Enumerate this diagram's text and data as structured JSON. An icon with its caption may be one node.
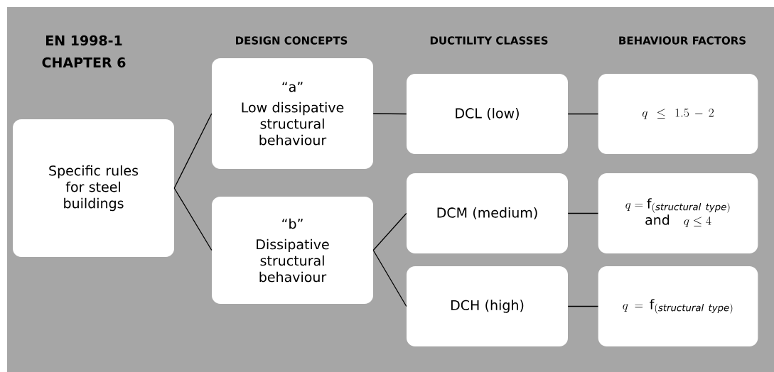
{
  "diagram": {
    "nodes": [
      {
        "text": [
          "Specific rules for steel buildings"
        ]
      },
      {
        "text": [
          "“a”",
          "Low dissipative structural behaviour"
        ]
      },
      {
        "text": [
          "“b”",
          "Dissipative structural behaviour"
        ]
      },
      {
        "text": [
          "DCL (low)"
        ]
      },
      {
        "text": [
          "DCM (medium)"
        ]
      },
      {
        "text": [
          "DCH (high)"
        ]
      },
      {
        "text": [
          "q \\leq 1.5 - 2"
        ]
      },
      {
        "text": [
          "\\begin{array}{c} q =\\mathrm{f}_{\\mathit{(structural\\ type)}} \\\\ \\mathrm{and}\\quad q \\leq 4 \\end{array}"
        ]
      },
      {
        "text": [
          "q =\\mathrm{f}_{\\mathit{(structural\\ type)}}"
        ]
      }
    ],
    "edges": [
      {
        "from": 0,
        "to": 1,
        "arrow": "none"
      },
      {
        "from": 0,
        "to": 2,
        "arrow": "none"
      },
      {
        "from": 1,
        "to": 3,
        "arrow": "none"
      },
      {
        "from": 2,
        "to": 4,
        "arrow": "none"
      },
      {
        "from": 2,
        "to": 5,
        "arrow": "none"
      },
      {
        "from": 3,
        "to": 6,
        "arrow": "none"
      },
      {
        "from": 4,
        "to": 7,
        "arrow": "none"
      },
      {
        "from": 5,
        "to": 8,
        "arrow": "none"
      }
    ],
    "labels": [
      "EN 1998-1",
      "CHAPTER 6",
      "DESIGN CONCEPTS",
      "DUCTILITY CLASSES",
      "BEHAVIOUR FACTORS"
    ]
  }
}
